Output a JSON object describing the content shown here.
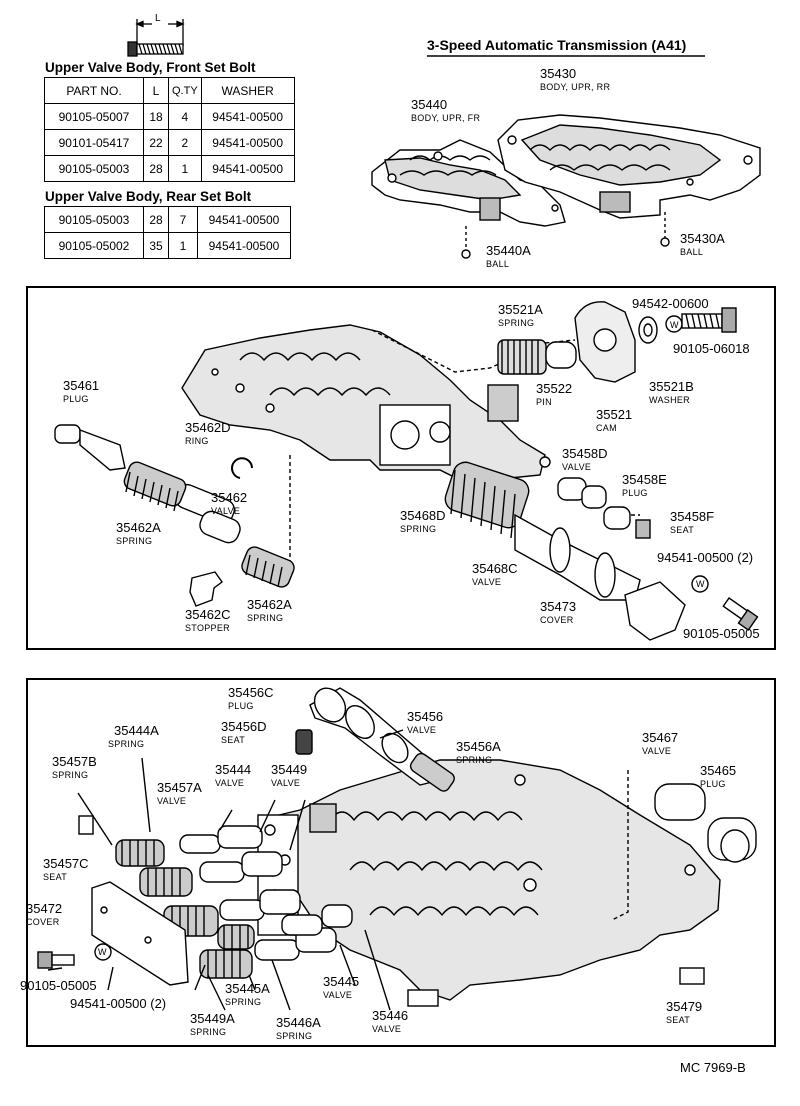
{
  "header": {
    "title": "3-Speed Automatic Transmission (A41)",
    "bolt_dim_label": "L",
    "footer_code": "MC 7969-B"
  },
  "front_bolt_table": {
    "title": "Upper Valve Body, Front Set Bolt",
    "headers": [
      "PART NO.",
      "L",
      "Q.TY",
      "WASHER"
    ],
    "rows": [
      [
        "90105-05007",
        "18",
        "4",
        "94541-00500"
      ],
      [
        "90101-05417",
        "22",
        "2",
        "94541-00500"
      ],
      [
        "90105-05003",
        "28",
        "1",
        "94541-00500"
      ]
    ]
  },
  "rear_bolt_table": {
    "title": "Upper Valve Body, Rear Set Bolt",
    "rows": [
      [
        "90105-05003",
        "28",
        "7",
        "94541-00500"
      ],
      [
        "90105-05002",
        "35",
        "1",
        "94541-00500"
      ]
    ]
  },
  "overview_labels": {
    "p35430": {
      "num": "35430",
      "desc": "BODY, UPR, RR"
    },
    "p35440": {
      "num": "35440",
      "desc": "BODY, UPR, FR"
    },
    "p35440A": {
      "num": "35440A",
      "desc": "BALL"
    },
    "p35430A": {
      "num": "35430A",
      "desc": "BALL"
    }
  },
  "front_panel_labels": {
    "p35521A": {
      "num": "35521A",
      "desc": "SPRING"
    },
    "p94542": {
      "num": "94542-00600"
    },
    "p90105_06018": {
      "num": "90105-06018"
    },
    "p35522": {
      "num": "35522",
      "desc": "PIN"
    },
    "p35521": {
      "num": "35521",
      "desc": "CAM"
    },
    "p35521B": {
      "num": "35521B",
      "desc": "WASHER"
    },
    "p35461": {
      "num": "35461",
      "desc": "PLUG"
    },
    "p35462D": {
      "num": "35462D",
      "desc": "RING"
    },
    "p35458D": {
      "num": "35458D",
      "desc": "VALVE"
    },
    "p35458E": {
      "num": "35458E",
      "desc": "PLUG"
    },
    "p35462": {
      "num": "35462",
      "desc": "VALVE"
    },
    "p35468D": {
      "num": "35468D",
      "desc": "SPRING"
    },
    "p35458F": {
      "num": "35458F",
      "desc": "SEAT"
    },
    "p35462A1": {
      "num": "35462A",
      "desc": "SPRING"
    },
    "p94541_2": {
      "num": "94541-00500 (2)"
    },
    "p35468C": {
      "num": "35468C",
      "desc": "VALVE"
    },
    "p35473": {
      "num": "35473",
      "desc": "COVER"
    },
    "p35462C": {
      "num": "35462C",
      "desc": "STOPPER"
    },
    "p35462A2": {
      "num": "35462A",
      "desc": "SPRING"
    },
    "p90105_05005": {
      "num": "90105-05005"
    }
  },
  "rear_panel_labels": {
    "p35456C": {
      "num": "35456C",
      "desc": "PLUG"
    },
    "p35456D": {
      "num": "35456D",
      "desc": "SEAT"
    },
    "p35456": {
      "num": "35456",
      "desc": "VALVE"
    },
    "p35444A": {
      "num": "35444A",
      "desc": "SPRING"
    },
    "p35467": {
      "num": "35467",
      "desc": "VALVE"
    },
    "p35456A": {
      "num": "35456A",
      "desc": "SPRING"
    },
    "p35457B": {
      "num": "35457B",
      "desc": "SPRING"
    },
    "p35444": {
      "num": "35444",
      "desc": "VALVE"
    },
    "p35449": {
      "num": "35449",
      "desc": "VALVE"
    },
    "p35465": {
      "num": "35465",
      "desc": "PLUG"
    },
    "p35457A": {
      "num": "35457A",
      "desc": "VALVE"
    },
    "p35457C": {
      "num": "35457C",
      "desc": "SEAT"
    },
    "p35472": {
      "num": "35472",
      "desc": "COVER"
    },
    "p90105_05005": {
      "num": "90105-05005"
    },
    "p94541_2": {
      "num": "94541-00500 (2)"
    },
    "p35445A": {
      "num": "35445A",
      "desc": "SPRING"
    },
    "p35445": {
      "num": "35445",
      "desc": "VALVE"
    },
    "p35446": {
      "num": "35446",
      "desc": "VALVE"
    },
    "p35479": {
      "num": "35479",
      "desc": "SEAT"
    },
    "p35449A": {
      "num": "35449A",
      "desc": "SPRING"
    },
    "p35446A": {
      "num": "35446A",
      "desc": "SPRING"
    }
  },
  "washer_symbol": "W"
}
